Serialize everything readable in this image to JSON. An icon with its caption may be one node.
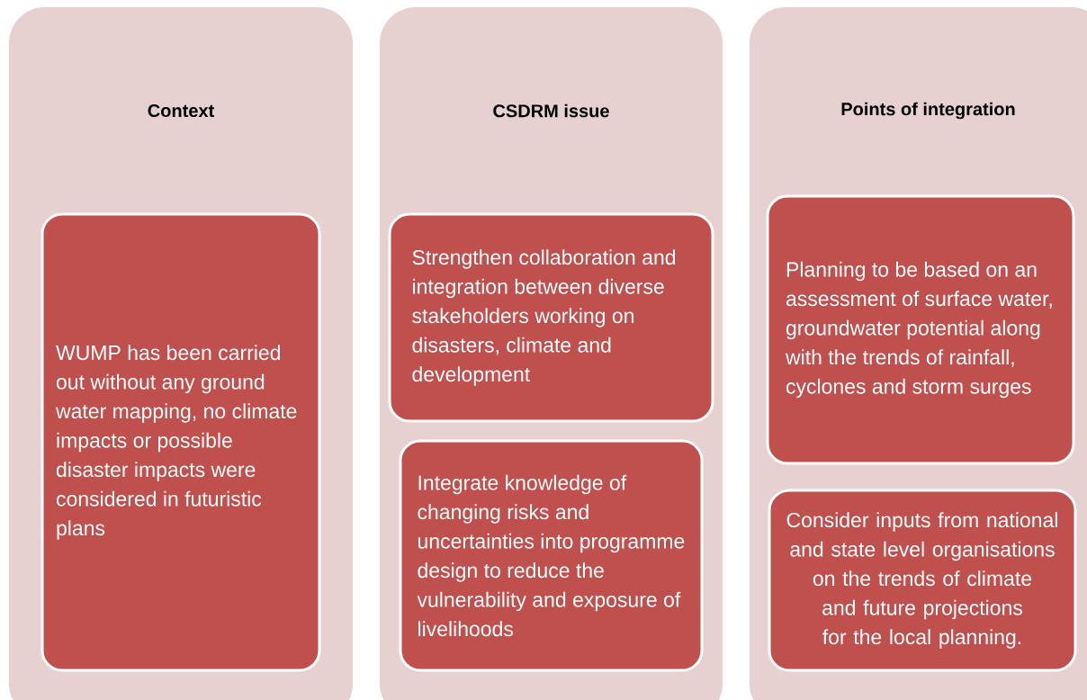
{
  "diagram": {
    "nodes": [
      {
        "text": [
          "Context"
        ]
      },
      {
        "text": [
          "WUMP has been carried out without any ground water mapping, no climate impacts or possible disaster impacts were considered in futuristic plans"
        ],
        "in": 0
      },
      {
        "text": [
          "CSDRM issue"
        ]
      },
      {
        "text": [
          "Strengthen collaboration and integration between diverse stakeholders working on disasters, climate and development"
        ],
        "in": 2
      },
      {
        "text": [
          "Integrate knowledge of changing risks and uncertainties into programme design to reduce the  vulnerability and exposure of livelihoods"
        ],
        "in": 2
      },
      {
        "text": [
          "Points of integration"
        ]
      },
      {
        "text": [
          "Planning to be based on an assessment of surface water, groundwater potential along with the trends of rainfall, cyclones and storm surges"
        ],
        "in": 5
      },
      {
        "text": [
          "Consider inputs from national and state level organisations on the trends of climate and future projections for the local planning."
        ],
        "in": 5
      }
    ]
  }
}
